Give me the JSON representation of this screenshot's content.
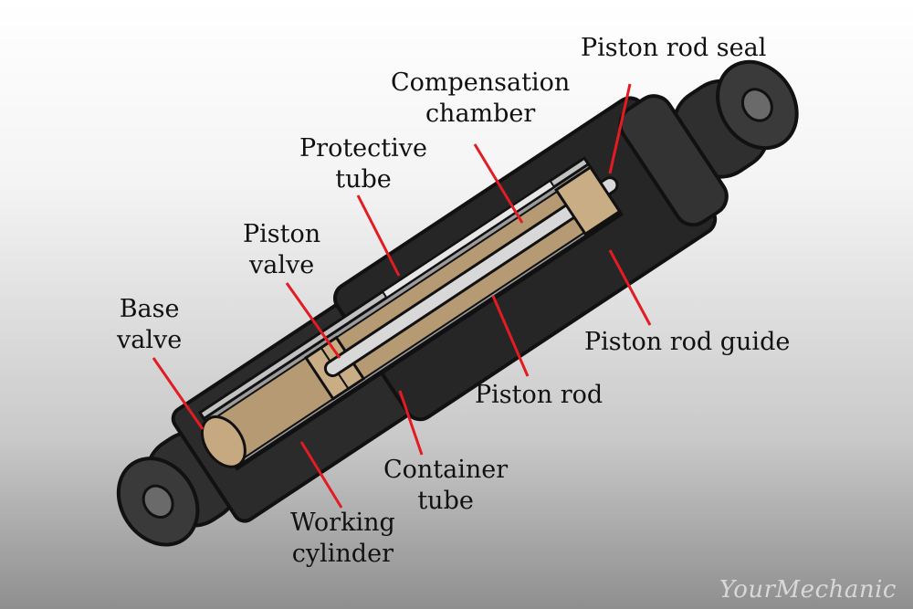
{
  "labels": {
    "piston_rod_seal": "Piston rod seal",
    "compensation_chamber": [
      "Compensation",
      "chamber"
    ],
    "protective_tube": [
      "Protective",
      "tube"
    ],
    "piston_valve": [
      "Piston",
      "valve"
    ],
    "base_valve": [
      "Base",
      "valve"
    ],
    "piston_rod_guide": "Piston rod guide",
    "piston_rod": "Piston rod",
    "container_tube": [
      "Container",
      "tube"
    ],
    "working_cylinder": [
      "Working",
      "cylinder"
    ]
  },
  "logo": "YourMechanic",
  "colors": {
    "leader_line": "#e31b23",
    "shell": "#2a2a2a",
    "inner_fluid": "#b59a73",
    "tube_gray": "#bdbdbd"
  }
}
